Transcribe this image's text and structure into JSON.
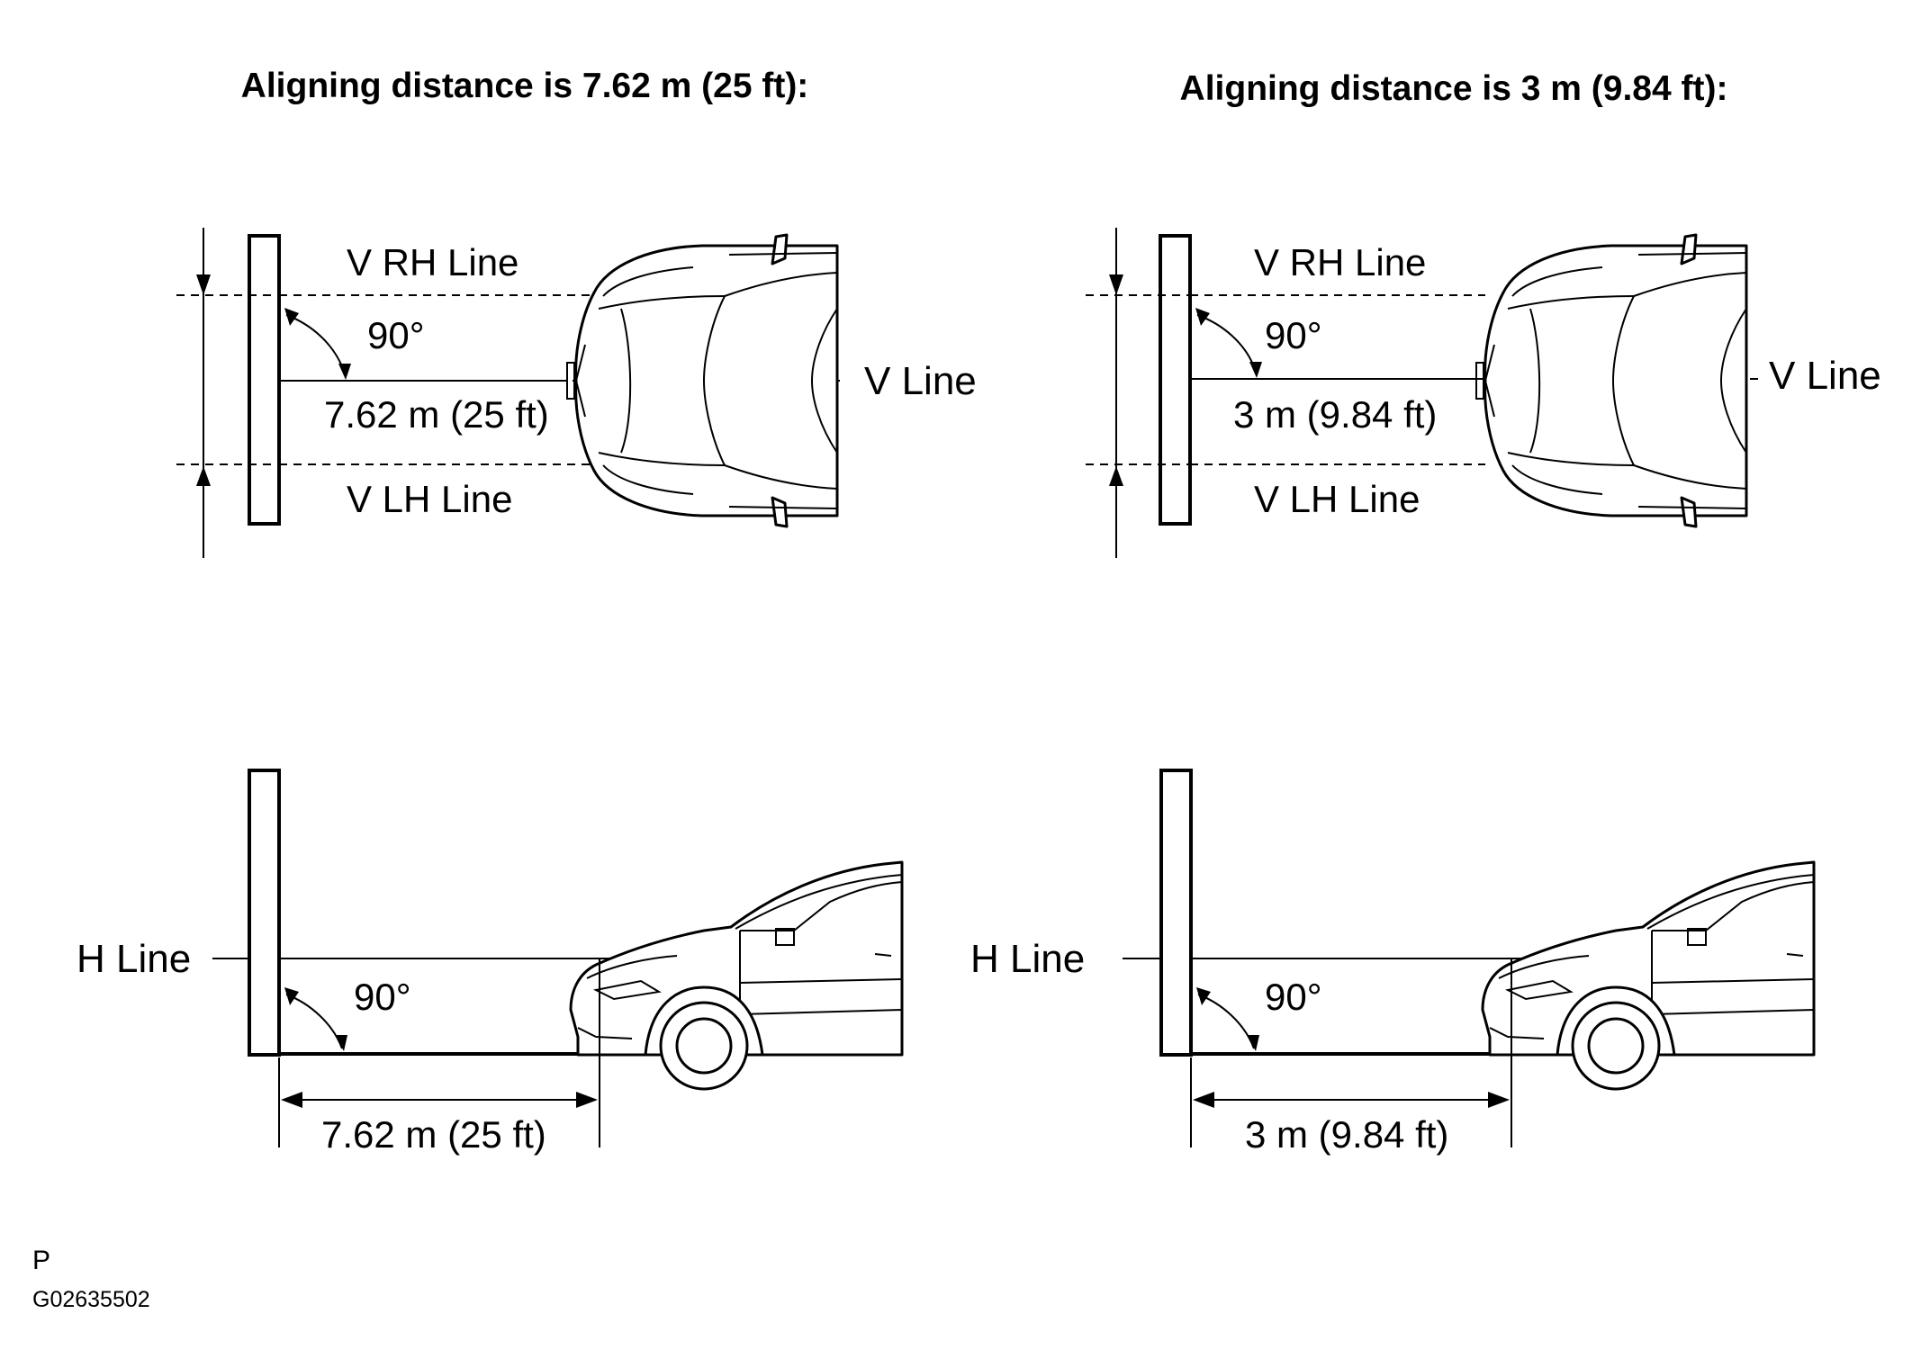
{
  "left": {
    "title": "Aligning distance is 7.62 m (25 ft):",
    "v_rh_line": "V RH Line",
    "v_lh_line": "V LH Line",
    "v_line": "V Line",
    "angle_top": "90°",
    "distance_top": "7.62 m (25 ft)",
    "h_line": "H Line",
    "angle_bottom": "90°",
    "distance_bottom": "7.62 m (25 ft)"
  },
  "right": {
    "title": "Aligning distance is 3 m (9.84 ft):",
    "v_rh_line": "V RH Line",
    "v_lh_line": "V LH Line",
    "v_line": "V Line",
    "angle_top": "90°",
    "distance_top": "3 m (9.84 ft)",
    "h_line": "H Line",
    "angle_bottom": "90°",
    "distance_bottom": "3 m (9.84 ft)"
  },
  "footer": {
    "code_letter": "P",
    "figure_id": "G02635502"
  }
}
